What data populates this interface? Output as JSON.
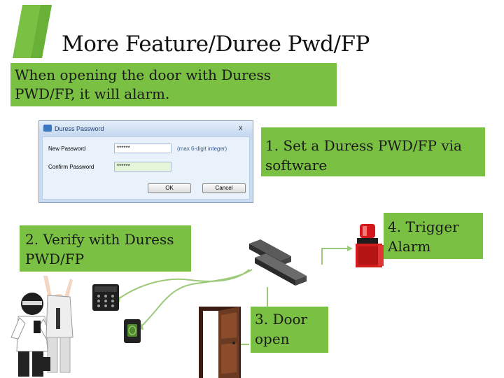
{
  "slide": {
    "title": "More Feature/Duree Pwd/FP",
    "intro": "When opening the door with Duress PWD/FP, it will alarm.",
    "accent_color": "#7ac143"
  },
  "steps": {
    "step1": "1. Set a Duress PWD/FP via software",
    "step2": "2. Verify with Duress PWD/FP",
    "step3": "3. Door open",
    "step4": "4. Trigger Alarm"
  },
  "dialog": {
    "title": "Duress Password",
    "close": "x",
    "new_password_label": "New Password",
    "new_password_value": "******",
    "new_password_hint": "(max 6-digit integer)",
    "confirm_password_label": "Confirm Password",
    "confirm_password_value": "******",
    "ok_label": "OK",
    "cancel_label": "Cancel"
  },
  "icons": {
    "dialog": "key-icon",
    "keypad": "keypad-reader-icon",
    "fingerprint": "fingerprint-reader-icon",
    "lock": "magnetic-lock-icon",
    "door": "door-icon",
    "alarm": "alarm-siren-icon",
    "robber": "robber-person-icon",
    "victim": "victim-person-icon"
  }
}
